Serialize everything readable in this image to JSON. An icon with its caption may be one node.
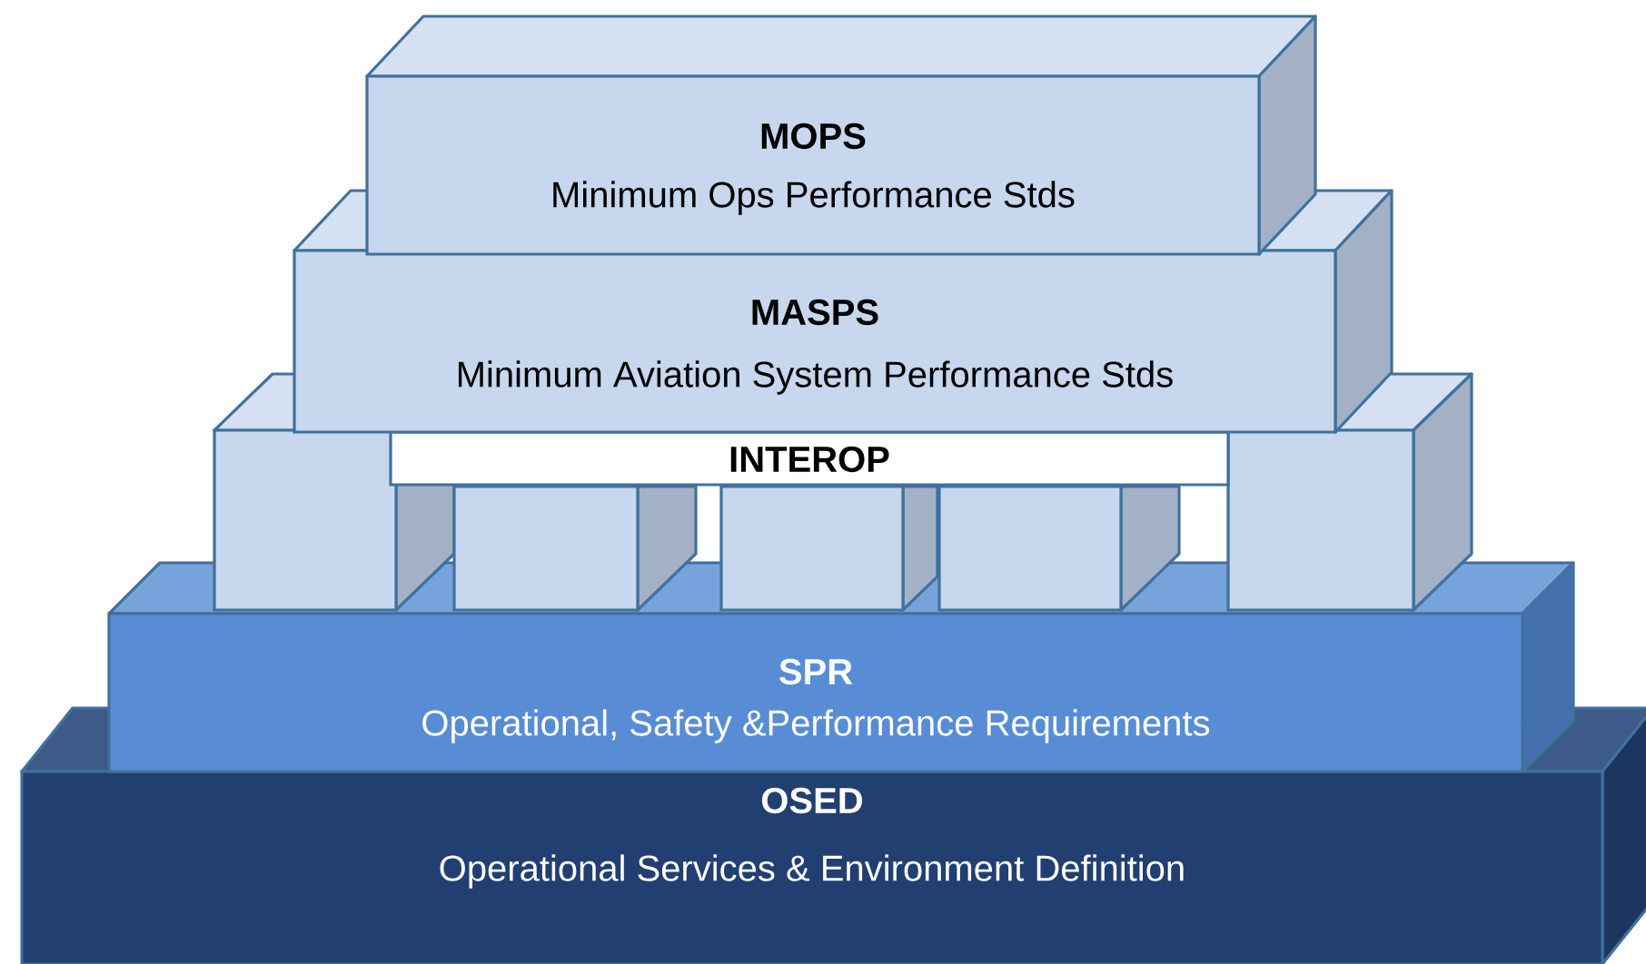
{
  "diagram": {
    "nodes": [
      {
        "text": [
          "MOPS",
          "Minimum Ops Performance Stds"
        ]
      },
      {
        "text": [
          "MASPS",
          "Minimum Aviation System Performance Stds"
        ]
      },
      {
        "text": [
          "INTEROP"
        ]
      },
      {
        "text": [],
        "shape": "box"
      },
      {
        "text": [],
        "shape": "box"
      },
      {
        "text": [],
        "shape": "box"
      },
      {
        "text": [],
        "shape": "box"
      },
      {
        "text": [],
        "shape": "box"
      },
      {
        "text": [
          "SPR",
          "Operational, Safety &Performance Requirements"
        ]
      },
      {
        "text": [
          "OSED",
          "Operational Services & Environment Definition"
        ]
      }
    ]
  }
}
